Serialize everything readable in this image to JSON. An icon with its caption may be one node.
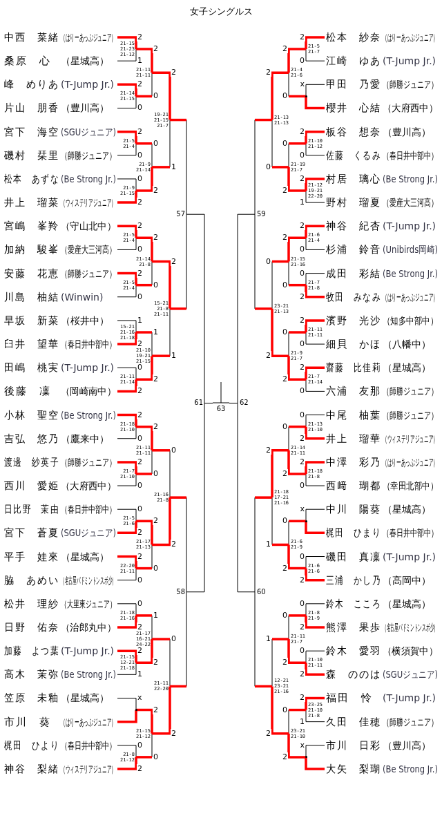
{
  "diagram": {
    "title": "女子シングルス",
    "nodes": [
      {
        "text": [
          "中西　菜緒",
          "（はりーあっぷジュニア）"
        ]
      },
      {
        "text": [
          "桑原　心",
          "（星城高）"
        ]
      },
      {
        "text": [
          "峰　めりあ",
          "(T-Jump Jr.)"
        ]
      },
      {
        "text": [
          "片山　朋香",
          "（豊川高）"
        ]
      },
      {
        "text": [
          "宮下　海空",
          "(SGUジュニア)"
        ]
      },
      {
        "text": [
          "磯村　栞里",
          "（師勝ジュニア）"
        ]
      },
      {
        "text": [
          "松本　あずな",
          "(Be Strong Jr.)"
        ]
      },
      {
        "text": [
          "井上　瑠菜",
          "（ウィステリアジュニア）"
        ]
      },
      {
        "text": [
          "宮嶋　峯羚",
          "（守山北中）"
        ]
      },
      {
        "text": [
          "加納　駿峯",
          "（愛産大三河高）"
        ]
      },
      {
        "text": [
          "安藤　花恵",
          "（師勝ジュニア）"
        ]
      },
      {
        "text": [
          "川島　柚結",
          "(Winwin)"
        ]
      },
      {
        "text": [
          "早坂　新菜",
          "（桜井中）"
        ]
      },
      {
        "text": [
          "臼井　望華",
          "（春日井中部中）"
        ]
      },
      {
        "text": [
          "田嶋　桃実",
          "(T-Jump Jr.)"
        ]
      },
      {
        "text": [
          "後藤　凜",
          "（岡崎南中）"
        ]
      },
      {
        "text": [
          "小林　聖空",
          "(Be Strong Jr.)"
        ]
      },
      {
        "text": [
          "吉弘　悠乃",
          "（鷹来中）"
        ]
      },
      {
        "text": [
          "渡邊　紗英子",
          "（師勝ジュニア）"
        ]
      },
      {
        "text": [
          "西川　愛姫",
          "（大府西中）"
        ]
      },
      {
        "text": [
          "日比野　茉由",
          "（春日井中部中）"
        ]
      },
      {
        "text": [
          "宮下　蒼夏",
          "(SGUジュニア)"
        ]
      },
      {
        "text": [
          "平手　娃來",
          "（星城高）"
        ]
      },
      {
        "text": [
          "脇　あめい",
          "（名古屋バドミントンスポ少）"
        ]
      },
      {
        "text": [
          "松井　理紗",
          "（大里東ジュニア）"
        ]
      },
      {
        "text": [
          "日野　佑奈",
          "（治郎丸中）"
        ]
      },
      {
        "text": [
          "加藤　よつ葉",
          "(T-Jump Jr.)"
        ]
      },
      {
        "text": [
          "高木　茉弥",
          "(Be Strong Jr.)"
        ]
      },
      {
        "text": [
          "笠原　未釉",
          "（星城高）"
        ]
      },
      {
        "text": [
          "市川　葵",
          "（はりーあっぷジュニア）"
        ]
      },
      {
        "text": [
          "梶田　ひより",
          "（春日井中部中）"
        ]
      },
      {
        "text": [
          "神谷　梨緒",
          "（ウィステリアジュニア）"
        ]
      },
      {
        "text": [
          "松本　紗奈",
          "（はりーあっぷジュニア）"
        ]
      },
      {
        "text": [
          "江崎　ゆあ",
          "(T-Jump Jr.)"
        ]
      },
      {
        "text": [
          "甲田　乃愛",
          "（師勝ジュニア）"
        ]
      },
      {
        "text": [
          "櫻井　心結",
          "（大府西中）"
        ]
      },
      {
        "text": [
          "板谷　想奈",
          "（豊川高）"
        ]
      },
      {
        "text": [
          "佐藤　くるみ",
          "（春日井中部中）"
        ]
      },
      {
        "text": [
          "村居　璃心",
          "(Be Strong Jr.)"
        ]
      },
      {
        "text": [
          "野村　瑠夏",
          "（愛産大三河高）"
        ]
      },
      {
        "text": [
          "神谷　紀杏",
          "(T-Jump Jr.)"
        ]
      },
      {
        "text": [
          "杉浦　鈴音",
          "(Unibirds岡崎)"
        ]
      },
      {
        "text": [
          "成田　彩結",
          "(Be Strong Jr.)"
        ]
      },
      {
        "text": [
          "牧田　みなみ",
          "（はりーあっぷジュニア）"
        ]
      },
      {
        "text": [
          "濱野　光沙",
          "（知多中部中）"
        ]
      },
      {
        "text": [
          "細貝　かほ",
          "（八幡中）"
        ]
      },
      {
        "text": [
          "齋藤　比佳莉",
          "（星城高）"
        ]
      },
      {
        "text": [
          "六浦　友那",
          "（師勝ジュニア）"
        ]
      },
      {
        "text": [
          "中尾　柚葉",
          "（師勝ジュニア）"
        ]
      },
      {
        "text": [
          "井上　瑠華",
          "（ウィステリアジュニア）"
        ]
      },
      {
        "text": [
          "中澤　彩乃",
          "（はりーあっぷジュニア）"
        ]
      },
      {
        "text": [
          "西﨑　瑚都",
          "（幸田北部中）"
        ]
      },
      {
        "text": [
          "中川　陽葵",
          "（星城高）"
        ]
      },
      {
        "text": [
          "梶田　ひまり",
          "（春日井中部中）"
        ]
      },
      {
        "text": [
          "磯田　真凜",
          "(T-Jump Jr.)"
        ]
      },
      {
        "text": [
          "三浦　かし乃",
          "（高岡中）"
        ]
      },
      {
        "text": [
          "鈴木　こころ",
          "（星城高）"
        ]
      },
      {
        "text": [
          "熊澤　果歩",
          "（名古屋バドミントンスポ少）"
        ]
      },
      {
        "text": [
          "鈴木　愛羽",
          "（横須賀中）"
        ]
      },
      {
        "text": [
          "森　ののは",
          "(SGUジュニア)"
        ]
      },
      {
        "text": [
          "福田　怜",
          "(T-Jump Jr.)"
        ]
      },
      {
        "text": [
          "久田　佳穂",
          "（師勝ジュニア）"
        ]
      },
      {
        "text": [
          "市川　日彩",
          "（豊川高）"
        ]
      },
      {
        "text": [
          "大矢　梨瑚",
          "(Be Strong Jr.)"
        ]
      },
      {
        "text": [
          "21-15 21-23 21-12"
        ]
      },
      {
        "text": [
          "21-14 21-15"
        ]
      },
      {
        "text": [
          "21-5 21-4"
        ]
      },
      {
        "text": [
          "21-9 21-15"
        ]
      },
      {
        "text": [
          "21-5 21-4"
        ]
      },
      {
        "text": [
          "21-5 21-4"
        ]
      },
      {
        "text": [
          "15-21 21-16 21-18"
        ]
      },
      {
        "text": [
          "21-11 21-14"
        ]
      },
      {
        "text": [
          "21-18 21-10"
        ]
      },
      {
        "text": [
          "21-7 21-10"
        ]
      },
      {
        "text": [
          "21-5 21-6"
        ]
      },
      {
        "text": [
          "22-20 21-11"
        ]
      },
      {
        "text": [
          "21-18 21-16"
        ]
      },
      {
        "text": [
          "21-15 12-21 21-18"
        ]
      },
      {
        "text": [],
        "shape": "point"
      },
      {
        "text": [
          "21-8 21-12"
        ]
      },
      {
        "text": [
          "21-11 21-11"
        ]
      },
      {
        "text": [
          "21-9 21-14"
        ]
      },
      {
        "text": [
          "21-14 21-8"
        ]
      },
      {
        "text": [
          "21-10 19-21 21-15"
        ]
      },
      {
        "text": [
          "21-11 21-11"
        ]
      },
      {
        "text": [
          "21-17 21-13"
        ]
      },
      {
        "text": [
          "21-17 16-21 24-22"
        ]
      },
      {
        "text": [
          "21-15 21-12"
        ]
      },
      {
        "text": [
          "19-21 21-15 21-7"
        ]
      },
      {
        "text": [
          "15-21 21-8 21-11"
        ]
      },
      {
        "text": [
          "21-16 21-8"
        ]
      },
      {
        "text": [
          "21-11 22-20"
        ]
      },
      {
        "text": [
          "57"
        ]
      },
      {
        "text": [
          "58"
        ]
      },
      {
        "text": [
          "61"
        ]
      },
      {
        "text": [
          "21-5 21-7"
        ]
      },
      {
        "text": [],
        "shape": "point"
      },
      {
        "text": [
          "21-10 21-12"
        ]
      },
      {
        "text": [
          "21-12 19-21 22-20"
        ]
      },
      {
        "text": [
          "21-6 21-4"
        ]
      },
      {
        "text": [
          "21-7 21-8"
        ]
      },
      {
        "text": [
          "21-11 21-11"
        ]
      },
      {
        "text": [
          "21-7 21-14"
        ]
      },
      {
        "text": [
          "21-13 21-10"
        ]
      },
      {
        "text": [
          "21-18 21-8"
        ]
      },
      {
        "text": [],
        "shape": "point"
      },
      {
        "text": [
          "21-6 21-6"
        ]
      },
      {
        "text": [
          "21-8 21-9"
        ]
      },
      {
        "text": [
          "21-10 21-11"
        ]
      },
      {
        "text": [
          "23-25 21-10 21-8"
        ]
      },
      {
        "text": [],
        "shape": "point"
      },
      {
        "text": [
          "21-4 21-6"
        ]
      },
      {
        "text": [
          "21-19 21-7"
        ]
      },
      {
        "text": [
          "21-15 21-16"
        ]
      },
      {
        "text": [
          "21-9 21-7"
        ]
      },
      {
        "text": [
          "21-14 21-11"
        ]
      },
      {
        "text": [
          "21-6 21-9"
        ]
      },
      {
        "text": [
          "21-11 21-7"
        ]
      },
      {
        "text": [
          "23-21 21-10"
        ]
      },
      {
        "text": [
          "21-13 21-13"
        ]
      },
      {
        "text": [
          "23-21 21-13"
        ]
      },
      {
        "text": [
          "21-18 17-21 21-16"
        ]
      },
      {
        "text": [
          "12-21 23-21 21-16"
        ]
      },
      {
        "text": [
          "59"
        ]
      },
      {
        "text": [
          "60"
        ]
      },
      {
        "text": [
          "62"
        ]
      },
      {
        "text": [
          "63"
        ]
      }
    ],
    "edges": [
      {
        "from": 0,
        "to": 64,
        "arrow": "none",
        "label": "2",
        "style": "thick",
        "color": "#ff0000"
      },
      {
        "from": 1,
        "to": 64,
        "arrow": "none",
        "label": "1"
      },
      {
        "from": 2,
        "to": 65,
        "arrow": "none",
        "label": "2",
        "style": "thick",
        "color": "#ff0000"
      },
      {
        "from": 3,
        "to": 65,
        "arrow": "none",
        "label": "0"
      },
      {
        "from": 4,
        "to": 66,
        "arrow": "none",
        "label": "2",
        "style": "thick",
        "color": "#ff0000"
      },
      {
        "from": 5,
        "to": 66,
        "arrow": "none",
        "label": "0"
      },
      {
        "from": 6,
        "to": 67,
        "arrow": "none",
        "label": "0"
      },
      {
        "from": 7,
        "to": 67,
        "arrow": "none",
        "label": "2",
        "style": "thick",
        "color": "#ff0000"
      },
      {
        "from": 8,
        "to": 68,
        "arrow": "none",
        "label": "2",
        "style": "thick",
        "color": "#ff0000"
      },
      {
        "from": 9,
        "to": 68,
        "arrow": "none",
        "label": "0"
      },
      {
        "from": 10,
        "to": 69,
        "arrow": "none",
        "label": "2",
        "style": "thick",
        "color": "#ff0000"
      },
      {
        "from": 11,
        "to": 69,
        "arrow": "none",
        "label": "0"
      },
      {
        "from": 12,
        "to": 70,
        "arrow": "none",
        "label": "1"
      },
      {
        "from": 13,
        "to": 70,
        "arrow": "none",
        "label": "2",
        "style": "thick",
        "color": "#ff0000"
      },
      {
        "from": 14,
        "to": 71,
        "arrow": "none",
        "label": "0"
      },
      {
        "from": 15,
        "to": 71,
        "arrow": "none",
        "label": "2",
        "style": "thick",
        "color": "#ff0000"
      },
      {
        "from": 16,
        "to": 72,
        "arrow": "none",
        "label": "2",
        "style": "thick",
        "color": "#ff0000"
      },
      {
        "from": 17,
        "to": 72,
        "arrow": "none",
        "label": "0"
      },
      {
        "from": 18,
        "to": 73,
        "arrow": "none",
        "label": "2",
        "style": "thick",
        "color": "#ff0000"
      },
      {
        "from": 19,
        "to": 73,
        "arrow": "none",
        "label": "0"
      },
      {
        "from": 20,
        "to": 74,
        "arrow": "none",
        "label": "0"
      },
      {
        "from": 21,
        "to": 74,
        "arrow": "none",
        "label": "2",
        "style": "thick",
        "color": "#ff0000"
      },
      {
        "from": 22,
        "to": 75,
        "arrow": "none",
        "label": "2",
        "style": "thick",
        "color": "#ff0000"
      },
      {
        "from": 23,
        "to": 75,
        "arrow": "none",
        "label": "0"
      },
      {
        "from": 24,
        "to": 76,
        "arrow": "none",
        "label": "0"
      },
      {
        "from": 25,
        "to": 76,
        "arrow": "none",
        "label": "2",
        "style": "thick",
        "color": "#ff0000"
      },
      {
        "from": 26,
        "to": 77,
        "arrow": "none",
        "label": "2",
        "style": "thick",
        "color": "#ff0000"
      },
      {
        "from": 27,
        "to": 77,
        "arrow": "none",
        "label": "1"
      },
      {
        "from": 28,
        "to": 78,
        "arrow": "none",
        "label": "x"
      },
      {
        "from": 29,
        "to": 78,
        "arrow": "none",
        "style": "thick",
        "color": "#ff0000"
      },
      {
        "from": 30,
        "to": 79,
        "arrow": "none",
        "label": "0"
      },
      {
        "from": 31,
        "to": 79,
        "arrow": "none",
        "label": "2",
        "style": "thick",
        "color": "#ff0000"
      },
      {
        "from": 64,
        "to": 80,
        "arrow": "none",
        "label": "2",
        "style": "thick",
        "color": "#ff0000"
      },
      {
        "from": 65,
        "to": 80,
        "arrow": "none",
        "label": "0"
      },
      {
        "from": 66,
        "to": 81,
        "arrow": "none",
        "label": "0"
      },
      {
        "from": 67,
        "to": 81,
        "arrow": "none",
        "label": "2",
        "style": "thick",
        "color": "#ff0000"
      },
      {
        "from": 68,
        "to": 82,
        "arrow": "none",
        "label": "2",
        "style": "thick",
        "color": "#ff0000"
      },
      {
        "from": 69,
        "to": 82,
        "arrow": "none",
        "label": "0"
      },
      {
        "from": 70,
        "to": 83,
        "arrow": "none",
        "label": "1"
      },
      {
        "from": 71,
        "to": 83,
        "arrow": "none",
        "label": "2",
        "style": "thick",
        "color": "#ff0000"
      },
      {
        "from": 72,
        "to": 84,
        "arrow": "none",
        "label": "2",
        "style": "thick",
        "color": "#ff0000"
      },
      {
        "from": 73,
        "to": 84,
        "arrow": "none",
        "label": "0"
      },
      {
        "from": 74,
        "to": 85,
        "arrow": "none",
        "label": "2",
        "style": "thick",
        "color": "#ff0000"
      },
      {
        "from": 75,
        "to": 85,
        "arrow": "none",
        "label": "0"
      },
      {
        "from": 76,
        "to": 86,
        "arrow": "none",
        "label": "1"
      },
      {
        "from": 77,
        "to": 86,
        "arrow": "none",
        "label": "2",
        "style": "thick",
        "color": "#ff0000"
      },
      {
        "from": 78,
        "to": 87,
        "arrow": "none",
        "label": "2",
        "style": "thick",
        "color": "#ff0000"
      },
      {
        "from": 79,
        "to": 87,
        "arrow": "none",
        "label": "0"
      },
      {
        "from": 80,
        "to": 88,
        "arrow": "none",
        "label": "2",
        "style": "thick",
        "color": "#ff0000"
      },
      {
        "from": 81,
        "to": 88,
        "arrow": "none",
        "label": "1"
      },
      {
        "from": 82,
        "to": 89,
        "arrow": "none",
        "label": "2",
        "style": "thick",
        "color": "#ff0000"
      },
      {
        "from": 83,
        "to": 89,
        "arrow": "none",
        "label": "1"
      },
      {
        "from": 84,
        "to": 90,
        "arrow": "none",
        "label": "0"
      },
      {
        "from": 85,
        "to": 90,
        "arrow": "none",
        "label": "2",
        "style": "thick",
        "color": "#ff0000"
      },
      {
        "from": 86,
        "to": 91,
        "arrow": "none",
        "label": "0"
      },
      {
        "from": 87,
        "to": 91,
        "arrow": "none",
        "label": "2",
        "style": "thick",
        "color": "#ff0000"
      },
      {
        "from": 88,
        "to": 92,
        "arrow": "none"
      },
      {
        "from": 89,
        "to": 92,
        "arrow": "none"
      },
      {
        "from": 90,
        "to": 93,
        "arrow": "none"
      },
      {
        "from": 91,
        "to": 93,
        "arrow": "none"
      },
      {
        "from": 92,
        "to": 94,
        "arrow": "none"
      },
      {
        "from": 93,
        "to": 94,
        "arrow": "none"
      },
      {
        "from": 32,
        "to": 95,
        "arrow": "none",
        "label": "2",
        "style": "thick",
        "color": "#ff0000"
      },
      {
        "from": 33,
        "to": 95,
        "arrow": "none",
        "label": "0"
      },
      {
        "from": 34,
        "to": 96,
        "arrow": "none",
        "label": "x"
      },
      {
        "from": 35,
        "to": 96,
        "arrow": "none",
        "style": "thick",
        "color": "#ff0000"
      },
      {
        "from": 36,
        "to": 97,
        "arrow": "none",
        "label": "2",
        "style": "thick",
        "color": "#ff0000"
      },
      {
        "from": 37,
        "to": 97,
        "arrow": "none",
        "label": "0"
      },
      {
        "from": 38,
        "to": 98,
        "arrow": "none",
        "label": "2",
        "style": "thick",
        "color": "#ff0000"
      },
      {
        "from": 39,
        "to": 98,
        "arrow": "none",
        "label": "1"
      },
      {
        "from": 40,
        "to": 99,
        "arrow": "none",
        "label": "2",
        "style": "thick",
        "color": "#ff0000"
      },
      {
        "from": 41,
        "to": 99,
        "arrow": "none",
        "label": "0"
      },
      {
        "from": 42,
        "to": 100,
        "arrow": "none",
        "label": "0"
      },
      {
        "from": 43,
        "to": 100,
        "arrow": "none",
        "label": "2",
        "style": "thick",
        "color": "#ff0000"
      },
      {
        "from": 44,
        "to": 101,
        "arrow": "none",
        "label": "2",
        "style": "thick",
        "color": "#ff0000"
      },
      {
        "from": 45,
        "to": 101,
        "arrow": "none",
        "label": "0"
      },
      {
        "from": 46,
        "to": 102,
        "arrow": "none",
        "label": "2",
        "style": "thick",
        "color": "#ff0000"
      },
      {
        "from": 47,
        "to": 102,
        "arrow": "none",
        "label": "0"
      },
      {
        "from": 48,
        "to": 103,
        "arrow": "none",
        "label": "0"
      },
      {
        "from": 49,
        "to": 103,
        "arrow": "none",
        "label": "2",
        "style": "thick",
        "color": "#ff0000"
      },
      {
        "from": 50,
        "to": 104,
        "arrow": "none",
        "label": "2",
        "style": "thick",
        "color": "#ff0000"
      },
      {
        "from": 51,
        "to": 104,
        "arrow": "none",
        "label": "0"
      },
      {
        "from": 52,
        "to": 105,
        "arrow": "none",
        "label": "x"
      },
      {
        "from": 53,
        "to": 105,
        "arrow": "none",
        "style": "thick",
        "color": "#ff0000"
      },
      {
        "from": 54,
        "to": 106,
        "arrow": "none",
        "label": "0"
      },
      {
        "from": 55,
        "to": 106,
        "arrow": "none",
        "label": "2",
        "style": "thick",
        "color": "#ff0000"
      },
      {
        "from": 56,
        "to": 107,
        "arrow": "none",
        "label": "0"
      },
      {
        "from": 57,
        "to": 107,
        "arrow": "none",
        "label": "2",
        "style": "thick",
        "color": "#ff0000"
      },
      {
        "from": 58,
        "to": 108,
        "arrow": "none",
        "label": "0"
      },
      {
        "from": 59,
        "to": 108,
        "arrow": "none",
        "label": "2",
        "style": "thick",
        "color": "#ff0000"
      },
      {
        "from": 60,
        "to": 109,
        "arrow": "none",
        "label": "2",
        "style": "thick",
        "color": "#ff0000"
      },
      {
        "from": 61,
        "to": 109,
        "arrow": "none",
        "label": "1"
      },
      {
        "from": 62,
        "to": 110,
        "arrow": "none",
        "label": "x"
      },
      {
        "from": 63,
        "to": 110,
        "arrow": "none",
        "style": "thick",
        "color": "#ff0000"
      },
      {
        "from": 95,
        "to": 111,
        "arrow": "none",
        "label": "2",
        "style": "thick",
        "color": "#ff0000"
      },
      {
        "from": 96,
        "to": 111,
        "arrow": "none",
        "label": "0"
      },
      {
        "from": 97,
        "to": 112,
        "arrow": "none",
        "label": "0"
      },
      {
        "from": 98,
        "to": 112,
        "arrow": "none",
        "label": "2",
        "style": "thick",
        "color": "#ff0000"
      },
      {
        "from": 99,
        "to": 113,
        "arrow": "none",
        "label": "2",
        "style": "thick",
        "color": "#ff0000"
      },
      {
        "from": 100,
        "to": 113,
        "arrow": "none",
        "label": "0"
      },
      {
        "from": 101,
        "to": 114,
        "arrow": "none",
        "label": "0"
      },
      {
        "from": 102,
        "to": 114,
        "arrow": "none",
        "label": "2",
        "style": "thick",
        "color": "#ff0000"
      },
      {
        "from": 103,
        "to": 115,
        "arrow": "none",
        "label": "0"
      },
      {
        "from": 104,
        "to": 115,
        "arrow": "none",
        "label": "2",
        "style": "thick",
        "color": "#ff0000"
      },
      {
        "from": 105,
        "to": 116,
        "arrow": "none",
        "label": "0"
      },
      {
        "from": 106,
        "to": 116,
        "arrow": "none",
        "label": "2",
        "style": "thick",
        "color": "#ff0000"
      },
      {
        "from": 107,
        "to": 117,
        "arrow": "none",
        "label": "0"
      },
      {
        "from": 108,
        "to": 117,
        "arrow": "none",
        "label": "2",
        "style": "thick",
        "color": "#ff0000"
      },
      {
        "from": 109,
        "to": 118,
        "arrow": "none",
        "label": "0"
      },
      {
        "from": 110,
        "to": 118,
        "arrow": "none",
        "label": "2",
        "style": "thick",
        "color": "#ff0000"
      },
      {
        "from": 111,
        "to": 119,
        "arrow": "none",
        "label": "2",
        "style": "thick",
        "color": "#ff0000"
      },
      {
        "from": 112,
        "to": 119,
        "arrow": "none",
        "label": "0"
      },
      {
        "from": 113,
        "to": 120,
        "arrow": "none",
        "label": "0"
      },
      {
        "from": 114,
        "to": 120,
        "arrow": "none",
        "label": "2",
        "style": "thick",
        "color": "#ff0000"
      },
      {
        "from": 115,
        "to": 121,
        "arrow": "none",
        "label": "2",
        "style": "thick",
        "color": "#ff0000"
      },
      {
        "from": 116,
        "to": 121,
        "arrow": "none",
        "label": "1"
      },
      {
        "from": 117,
        "to": 122,
        "arrow": "none",
        "label": "1"
      },
      {
        "from": 118,
        "to": 122,
        "arrow": "none",
        "label": "2",
        "style": "thick",
        "color": "#ff0000"
      },
      {
        "from": 119,
        "to": 123,
        "arrow": "none"
      },
      {
        "from": 120,
        "to": 123,
        "arrow": "none"
      },
      {
        "from": 121,
        "to": 124,
        "arrow": "none"
      },
      {
        "from": 122,
        "to": 124,
        "arrow": "none"
      },
      {
        "from": 123,
        "to": 125,
        "arrow": "none"
      },
      {
        "from": 124,
        "to": 125,
        "arrow": "none"
      },
      {
        "from": 94,
        "to": 126,
        "arrow": "none"
      },
      {
        "from": 125,
        "to": 126,
        "arrow": "none"
      }
    ]
  }
}
